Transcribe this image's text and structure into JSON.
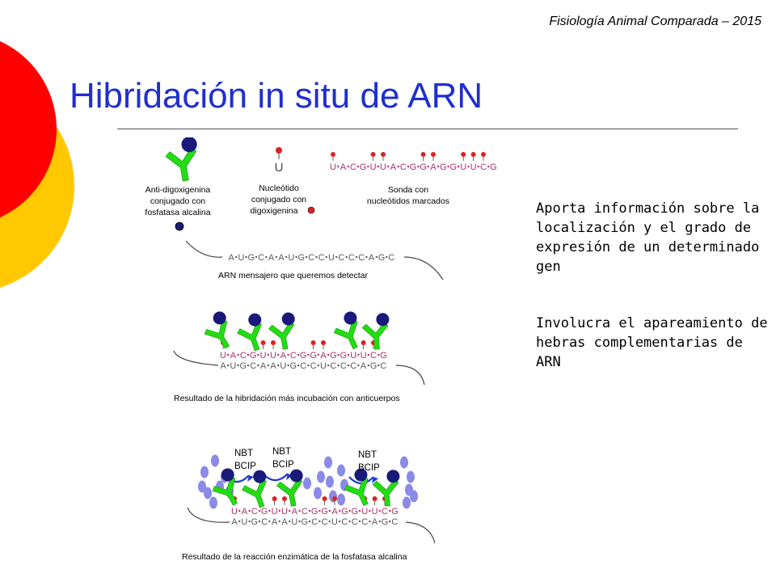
{
  "header": {
    "course": "Fisiología Animal Comparada – 2015",
    "title": "Hibridación in situ de ARN"
  },
  "bullets": [
    "Aporta información sobre la localización y el grado de expresión de un determinado gen",
    "Involucra el apareamiento de hebras complementarias de ARN"
  ],
  "figure": {
    "legend": {
      "antibody": [
        "Anti-digoxigenina",
        "conjugado con",
        "fosfatasa alcalina"
      ],
      "nucleotide": [
        "Nucleótido",
        "conjugado con",
        "digoxigenina"
      ],
      "nucleotide_letter": "U",
      "probe": [
        "Sonda con",
        "nucleótidos marcados"
      ]
    },
    "probe_sequence": [
      "U",
      "A",
      "C",
      "G",
      "U",
      "U",
      "A",
      "C",
      "G",
      "G",
      "A",
      "G",
      "G",
      "U",
      "U",
      "C",
      "G"
    ],
    "mrna_sequence": [
      "A",
      "U",
      "G",
      "C",
      "A",
      "A",
      "U",
      "G",
      "C",
      "C",
      "U",
      "C",
      "C",
      "C",
      "A",
      "G",
      "C"
    ],
    "captions": {
      "mrna": "ARN mensajero que queremos detectar",
      "hybridization": "Resultado de la hibridación más incubación con anticuerpos",
      "reaction": "Resultado de la reacción enzimática de la fosfatasa alcalina"
    },
    "substrate_labels": [
      [
        "NBT",
        "BCIP"
      ],
      [
        "NBT",
        "BCIP"
      ],
      [
        "NBT",
        "BCIP"
      ]
    ],
    "colors": {
      "antibody": "#22dd11",
      "enzyme": "#1a1a7a",
      "label": "#e02020",
      "precipitate": "#8a8ae8",
      "arrow": "#1a3ad0",
      "sequence": "#5a5a5a",
      "probe_seq": "#b0306a"
    }
  }
}
